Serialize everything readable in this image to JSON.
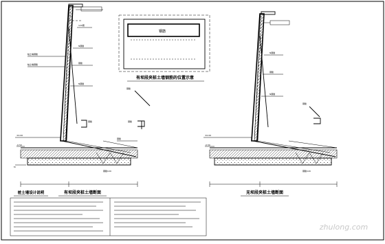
{
  "sheet": {
    "left_view_title": "有坝段夹桩土墙断面",
    "right_view_title": "无坝段夹桩土墙断面",
    "plan_view_title": "有坝段夹桩土墙钢筋的位置示意",
    "plan_box_label": "钢筋",
    "notes_heading": "桩土墙设计说明",
    "watermark": "zhulong.com"
  }
}
